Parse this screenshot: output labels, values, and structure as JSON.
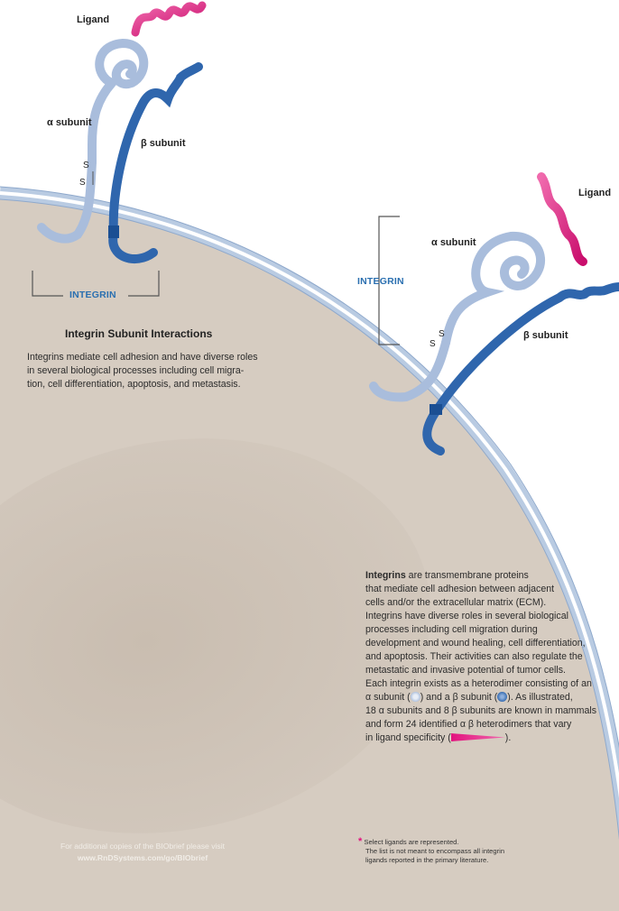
{
  "figure": {
    "left_structure": {
      "ligand": "Ligand",
      "alpha": "α subunit",
      "beta": "β subunit",
      "disulfide_s1": "S",
      "disulfide_s2": "S",
      "integrin": "INTEGRIN"
    },
    "right_structure": {
      "ligand": "Ligand",
      "alpha": "α subunit",
      "beta": "β subunit",
      "disulfide_s1": "S",
      "disulfide_s2": "S",
      "integrin": "INTEGRIN"
    }
  },
  "caption": {
    "title": "Integrin Subunit Interactions",
    "lines": [
      "Integrins mediate cell adhesion and have diverse roles",
      "in several biological processes including cell migra-",
      "tion, cell differentiation, apoptosis, and metastasis."
    ]
  },
  "description": {
    "lead": "Integrins",
    "line1_rest": " are transmembrane proteins",
    "lines": [
      "that mediate cell adhesion between adjacent",
      "cells and/or the extracellular matrix (ECM).",
      "Integrins have diverse roles in several biological",
      "processes including cell migration during",
      "development and wound healing, cell differentiation,",
      "and apoptosis. Their activities can also regulate the",
      "metastatic and invasive potential of tumor cells.",
      "Each integrin exists as a heterodimer consisting of an"
    ],
    "subunit_line_a": "α subunit (",
    "subunit_line_b": ") and a β subunit (",
    "subunit_line_c": ").  As illustrated,",
    "line_counts": "18 α subunits and 8 β subunits are known in mammals",
    "line_hetero": "and form 24 identified α β heterodimers that vary",
    "specificity_a": "in ligand specificity (",
    "specificity_b": ")."
  },
  "footer": {
    "line1": "For additional copies of the BIObrief please visit",
    "url": "www.RnDSystems.com/go/BIObrief"
  },
  "footnote": {
    "star": "*",
    "line1": "Select ligands are represented.",
    "line2": "The list is not meant to encompass all integrin",
    "line3": "ligands reported in the primary literature."
  },
  "colors": {
    "cytoplasm": "#d6ccc1",
    "nucleus": "#cbbfb2",
    "membrane": "#b9cbe2",
    "alpha_subunit": "#a9bddc",
    "beta_subunit": "#2f66ad",
    "ligand": "#e2127e",
    "integrin_label": "#2a6fb0"
  }
}
